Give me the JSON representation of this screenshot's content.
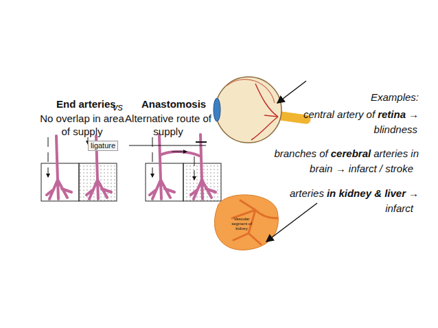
{
  "diagram": {
    "labels": [
      "End arteries",
      "vs",
      "Anastomosis",
      "No overlap in area of supply",
      "Alternative route of supply",
      "ligature",
      "Examples:",
      "central artery of",
      "retina",
      "→",
      "blindness",
      "branches of",
      "cerebral",
      "arteries in",
      "brain → infarct / stroke",
      "arteries",
      "in kidney & liver",
      "→",
      "infarct",
      "Vascular segment of kidney"
    ]
  }
}
